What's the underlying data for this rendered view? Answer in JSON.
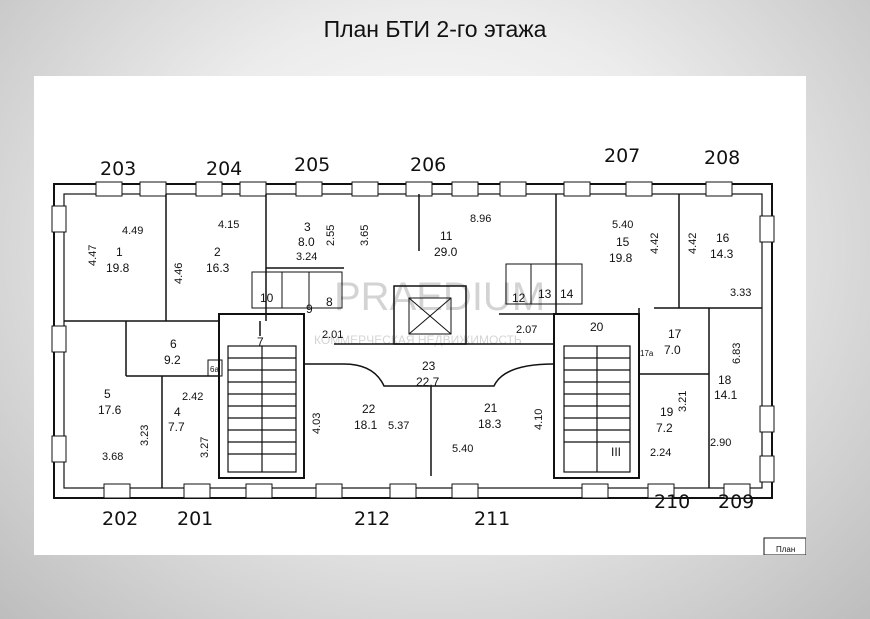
{
  "title": "План БТИ 2-го этажа",
  "watermark": {
    "main": "PRAEDIUM",
    "sub": "КОММЕРЧЕСКАЯ НЕДВИЖИМОСТЬ"
  },
  "office_numbers": {
    "n203": "203",
    "n204": "204",
    "n205": "205",
    "n206": "206",
    "n207": "207",
    "n208": "208",
    "n202": "202",
    "n201": "201",
    "n212": "212",
    "n211": "211",
    "n210": "210",
    "n209": "209"
  },
  "rooms": {
    "r1": {
      "id": "1",
      "area": "19.8"
    },
    "r2": {
      "id": "2",
      "area": "16.3"
    },
    "r3": {
      "id": "3",
      "area": "8.0"
    },
    "r4": {
      "id": "4",
      "area": "7.7"
    },
    "r5": {
      "id": "5",
      "area": "17.6"
    },
    "r6": {
      "id": "6",
      "area": "9.2"
    },
    "r7": {
      "id": "7"
    },
    "r8": {
      "id": "8"
    },
    "r9": {
      "id": "9"
    },
    "r10": {
      "id": "10"
    },
    "r11": {
      "id": "11",
      "area": "29.0"
    },
    "r12": {
      "id": "12"
    },
    "r13": {
      "id": "13"
    },
    "r14": {
      "id": "14"
    },
    "r15": {
      "id": "15",
      "area": "19.8"
    },
    "r16": {
      "id": "16",
      "area": "14.3"
    },
    "r17": {
      "id": "17",
      "area": "7.0"
    },
    "r17a": {
      "id": "17а"
    },
    "r18": {
      "id": "18",
      "area": "14.1"
    },
    "r19": {
      "id": "19",
      "area": "7.2"
    },
    "r20": {
      "id": "20"
    },
    "r21": {
      "id": "21",
      "area": "18.3"
    },
    "r22": {
      "id": "22",
      "area": "18.1"
    },
    "r23": {
      "id": "23",
      "area": "22.7"
    },
    "r6a": {
      "id": "6а"
    }
  },
  "dimensions": {
    "d449": "4.49",
    "d447": "4.47",
    "d415": "4.15",
    "d446": "4.46",
    "d255": "2.55",
    "d324": "3.24",
    "d365": "3.65",
    "d896": "8.96",
    "d540a": "5.40",
    "d442a": "4.42",
    "d442b": "4.42",
    "d333": "3.33",
    "d201": "2.01",
    "d207": "2.07",
    "d683": "6.83",
    "d242": "2.42",
    "d323": "3.23",
    "d368": "3.68",
    "d327": "3.27",
    "d403": "4.03",
    "d537": "5.37",
    "d410": "4.10",
    "d540b": "5.40",
    "d321": "3.21",
    "d224": "2.24",
    "d290": "2.90"
  },
  "stair_label": "III",
  "corner_fragment": "План"
}
